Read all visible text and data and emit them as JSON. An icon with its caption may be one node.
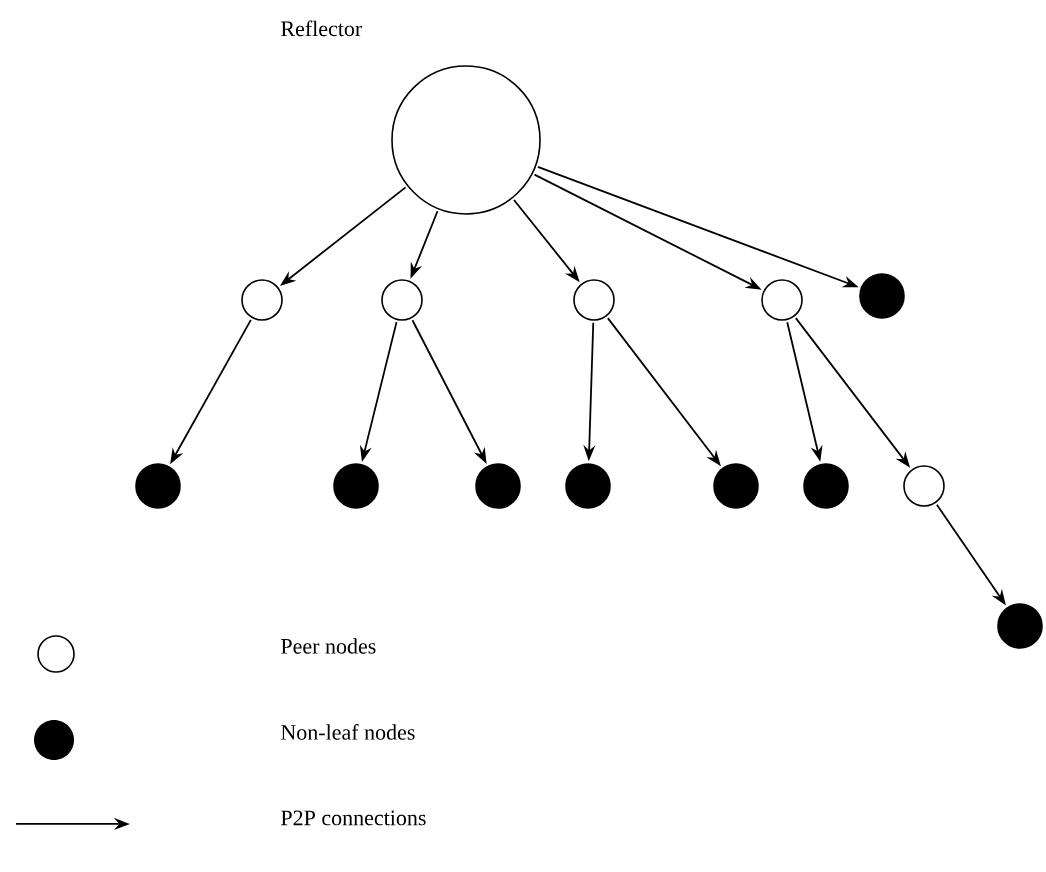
{
  "diagram": {
    "nodes": [
      {
        "text": [],
        "shape": "circle",
        "beside": [
          "Reflector"
        ]
      },
      {
        "text": [],
        "shape": "circle"
      },
      {
        "text": [],
        "shape": "circle"
      },
      {
        "text": [],
        "shape": "circle"
      },
      {
        "text": [],
        "shape": "circle"
      },
      {
        "text": [],
        "shape": "dot"
      },
      {
        "text": [],
        "shape": "dot"
      },
      {
        "text": [],
        "shape": "dot"
      },
      {
        "text": [],
        "shape": "dot"
      },
      {
        "text": [],
        "shape": "dot"
      },
      {
        "text": [],
        "shape": "dot"
      },
      {
        "text": [],
        "shape": "dot"
      },
      {
        "text": [],
        "shape": "circle"
      },
      {
        "text": [],
        "shape": "dot"
      }
    ],
    "edges": [
      {
        "from": 0,
        "to": 1,
        "arrow": "to"
      },
      {
        "from": 0,
        "to": 2,
        "arrow": "to"
      },
      {
        "from": 0,
        "to": 3,
        "arrow": "to"
      },
      {
        "from": 0,
        "to": 4,
        "arrow": "to"
      },
      {
        "from": 0,
        "to": 5,
        "arrow": "to"
      },
      {
        "from": 1,
        "to": 6,
        "arrow": "to"
      },
      {
        "from": 2,
        "to": 7,
        "arrow": "to"
      },
      {
        "from": 2,
        "to": 8,
        "arrow": "to"
      },
      {
        "from": 3,
        "to": 9,
        "arrow": "to"
      },
      {
        "from": 3,
        "to": 10,
        "arrow": "to"
      },
      {
        "from": 4,
        "to": 11,
        "arrow": "to"
      },
      {
        "from": 4,
        "to": 12,
        "arrow": "to"
      },
      {
        "from": 12,
        "to": 13,
        "arrow": "to"
      }
    ],
    "legend": [
      {
        "text": "Peer nodes"
      },
      {
        "text": "Non-leaf nodes"
      },
      {
        "text": "P2P connections"
      }
    ]
  }
}
